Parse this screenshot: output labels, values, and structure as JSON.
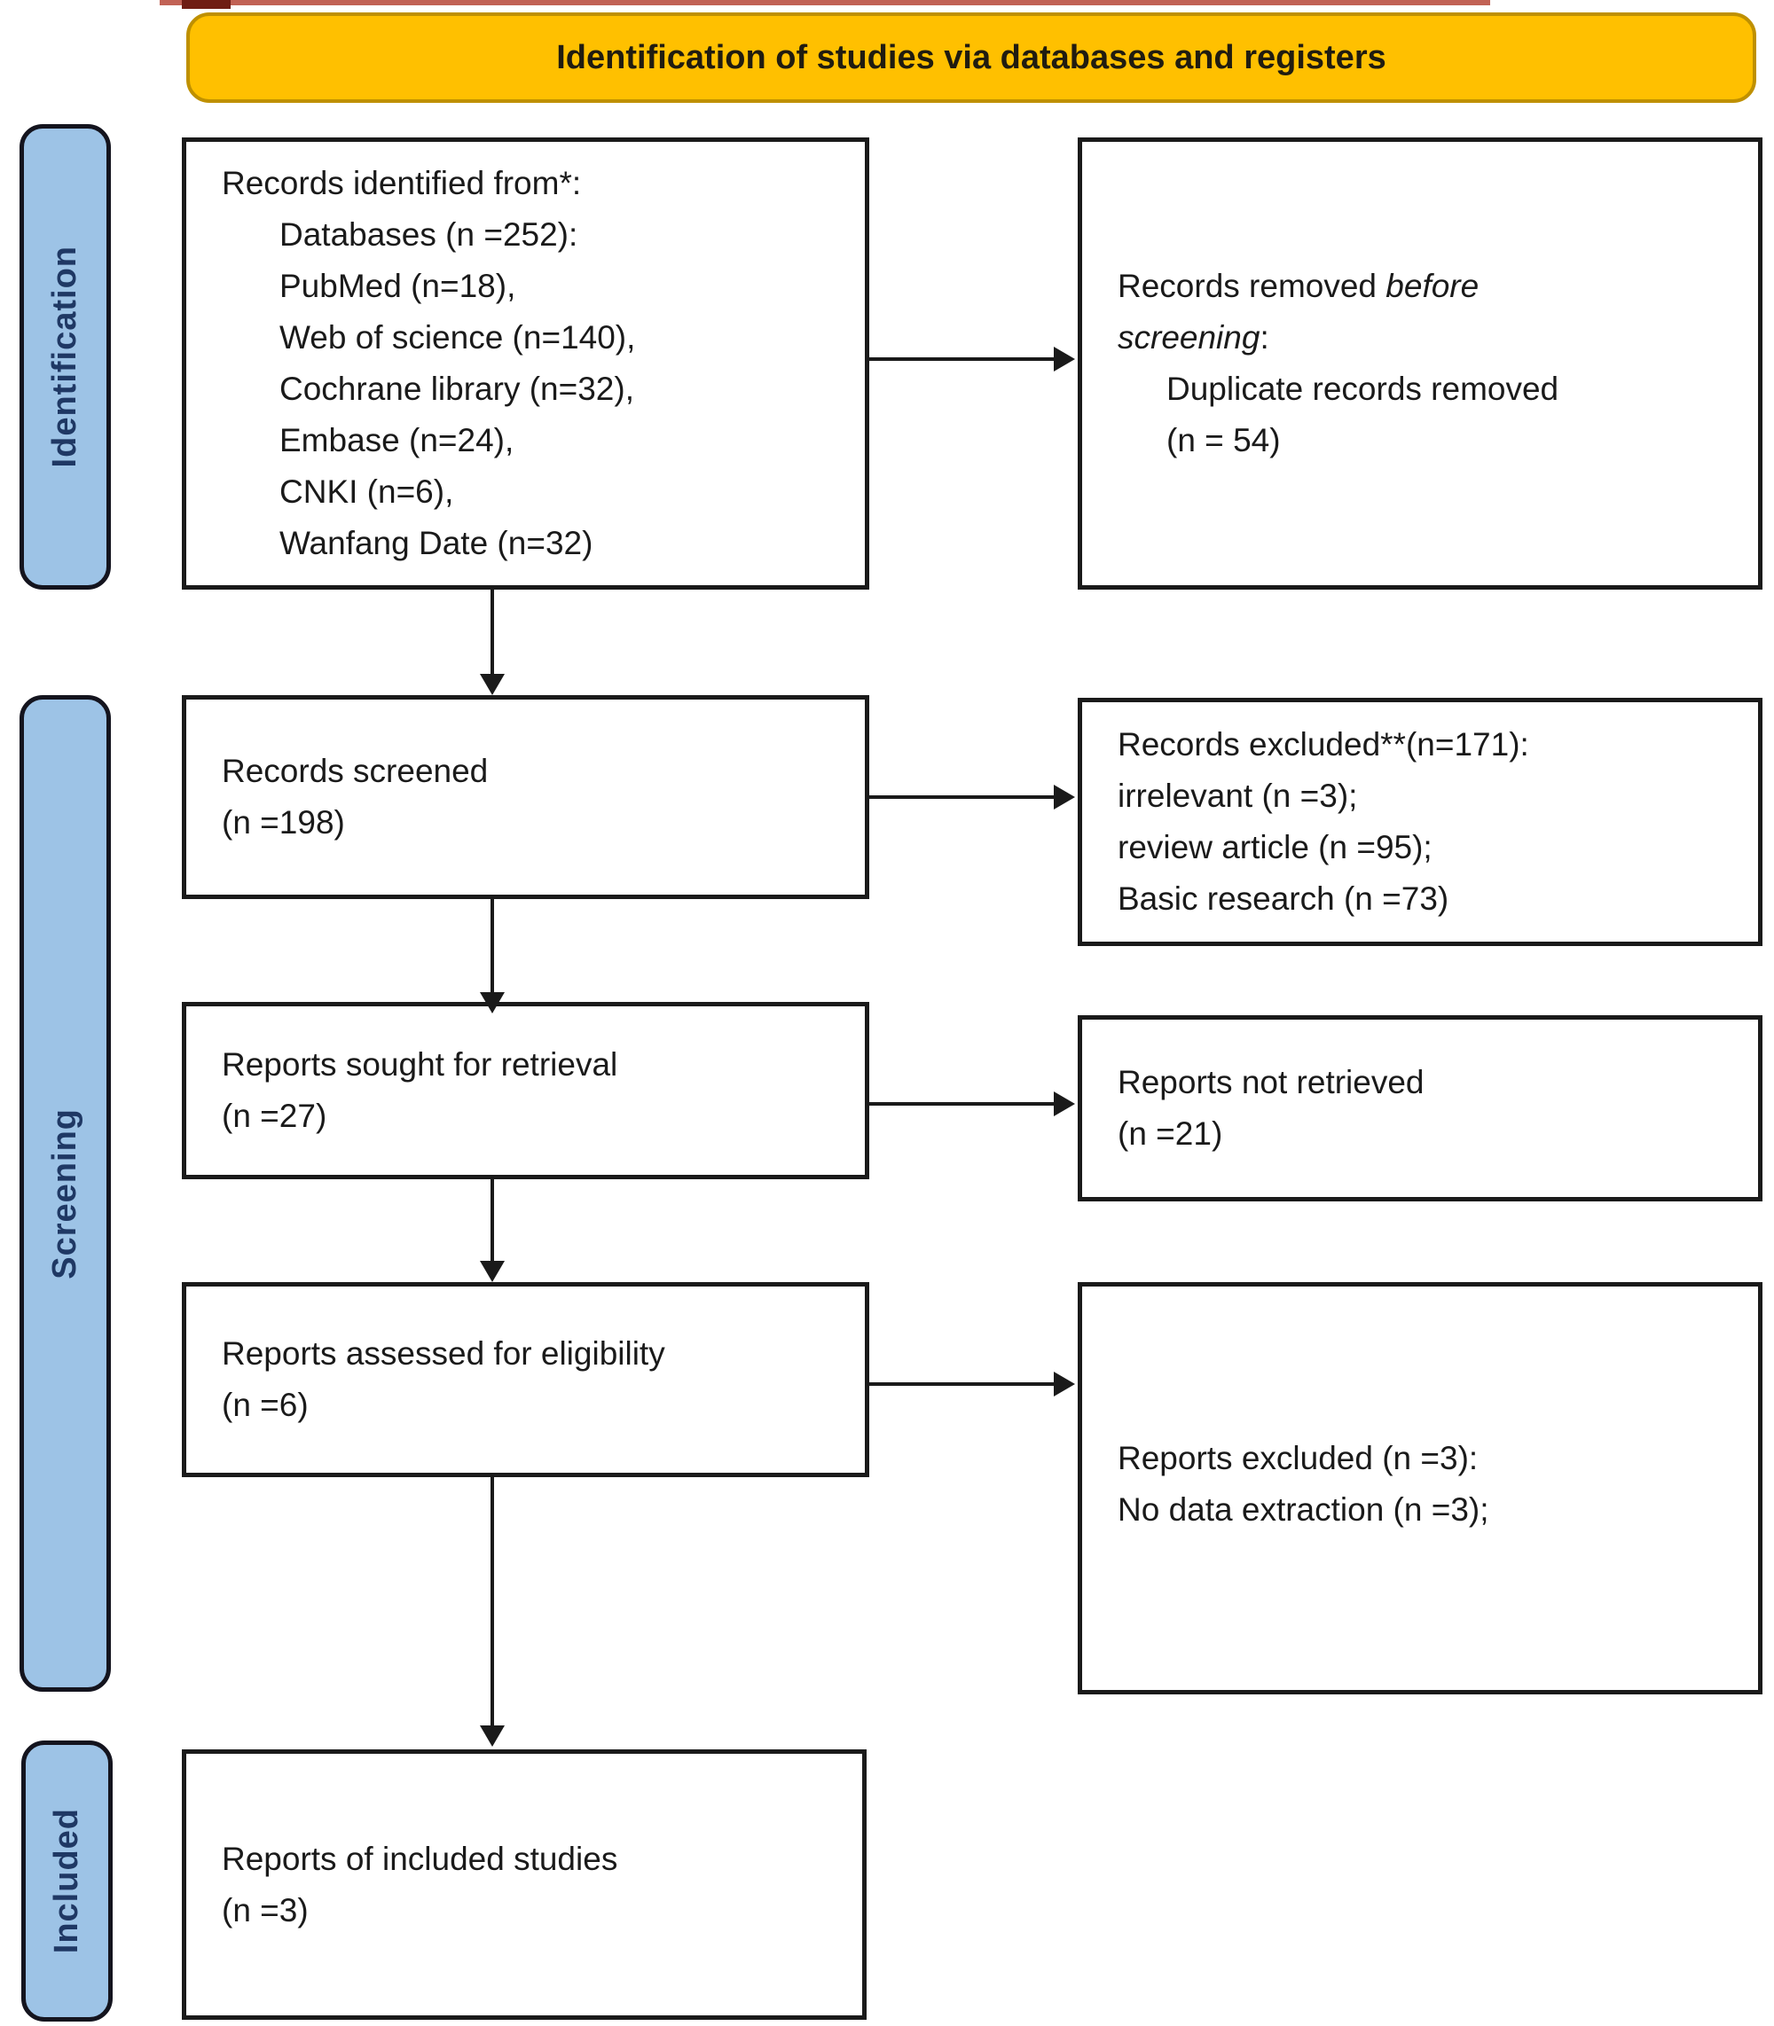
{
  "header": {
    "title": "Identification of studies via databases and registers"
  },
  "stages": [
    "Identification",
    "Screening",
    "Included"
  ],
  "flow": {
    "identified": {
      "title": "Records identified from*:",
      "items": [
        "Databases (n =252):",
        "PubMed (n=18),",
        "Web of science (n=140),",
        "Cochrane library (n=32),",
        "Embase (n=24),",
        "CNKI (n=6),",
        "Wanfang Date (n=32)"
      ]
    },
    "removed": {
      "prefix": "Records removed ",
      "italic1": "before",
      "italic2": "screening",
      "suffix": ":",
      "items": [
        "Duplicate records removed",
        "(n = 54)"
      ]
    },
    "screened": {
      "line1": "Records screened",
      "line2": "(n =198)"
    },
    "excluded_records": {
      "lines": [
        "Records excluded**(n=171):",
        "irrelevant (n =3);",
        "review article (n =95);",
        "Basic research (n =73)"
      ]
    },
    "sought": {
      "line1": "Reports sought for retrieval",
      "line2": "(n =27)"
    },
    "not_retrieved": {
      "line1": "Reports not retrieved",
      "line2": "(n =21)"
    },
    "assessed": {
      "line1": "Reports assessed for eligibility",
      "line2": "(n =6)"
    },
    "excluded_reports": {
      "lines": [
        "Reports excluded (n =3):",
        "No data extraction (n =3);"
      ]
    },
    "included_studies": {
      "line1": "Reports of included studies",
      "line2": "(n =3)"
    }
  },
  "colors": {
    "banner_fill": "#FFC000",
    "banner_border": "#BF9000",
    "stage_fill": "#9DC3E6",
    "stage_text": "#1F3864",
    "box_border": "#1a1a1a",
    "arrow": "#1a1a1a"
  }
}
